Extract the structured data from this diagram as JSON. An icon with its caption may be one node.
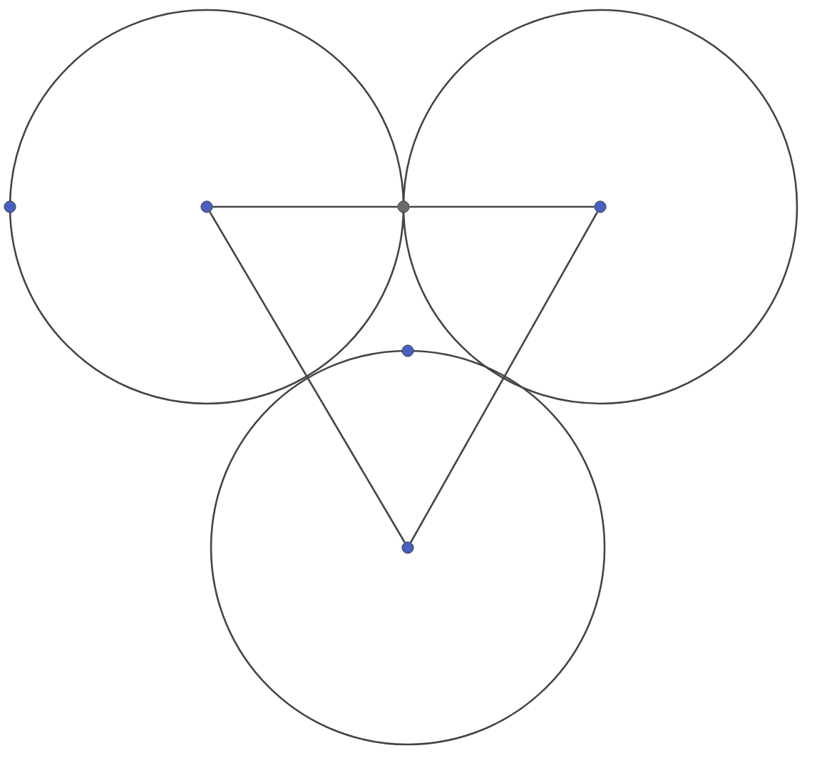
{
  "diagram": {
    "nodes": [
      {
        "text": [],
        "shape": "circle"
      },
      {
        "text": [],
        "shape": "dot"
      },
      {
        "text": [],
        "shape": "dot",
        "in": 0
      },
      {
        "text": [],
        "shape": "dot"
      },
      {
        "text": [],
        "shape": "circle"
      },
      {
        "text": [],
        "shape": "dot",
        "in": 4
      },
      {
        "text": [],
        "shape": "circle"
      },
      {
        "text": [],
        "shape": "dot"
      },
      {
        "text": [],
        "shape": "dot",
        "in": 6
      }
    ],
    "edges": [
      {
        "from": 2,
        "to": 3,
        "arrow": "none"
      },
      {
        "from": 3,
        "to": 5,
        "arrow": "none"
      },
      {
        "from": 2,
        "to": 8,
        "arrow": "none"
      },
      {
        "from": 5,
        "to": 8,
        "arrow": "none"
      }
    ]
  }
}
